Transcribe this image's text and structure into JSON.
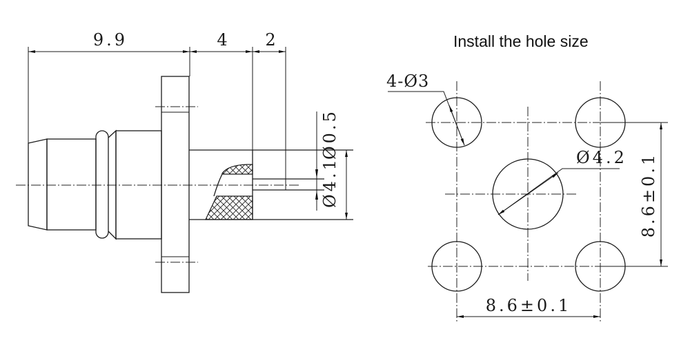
{
  "title": "Install the hole size",
  "side_view": {
    "dim_length_front": "9.9",
    "dim_length_rear": "4",
    "dim_pin_length": "2",
    "dim_pin_diameter": "Ø0.5",
    "dim_body_diameter": "Ø4.1"
  },
  "hole_pattern": {
    "corner_holes_label": "4-Ø3",
    "center_hole_label": "Ø4.2",
    "horizontal_spacing": "8.6±0.1",
    "vertical_spacing": "8.6±0.1"
  }
}
